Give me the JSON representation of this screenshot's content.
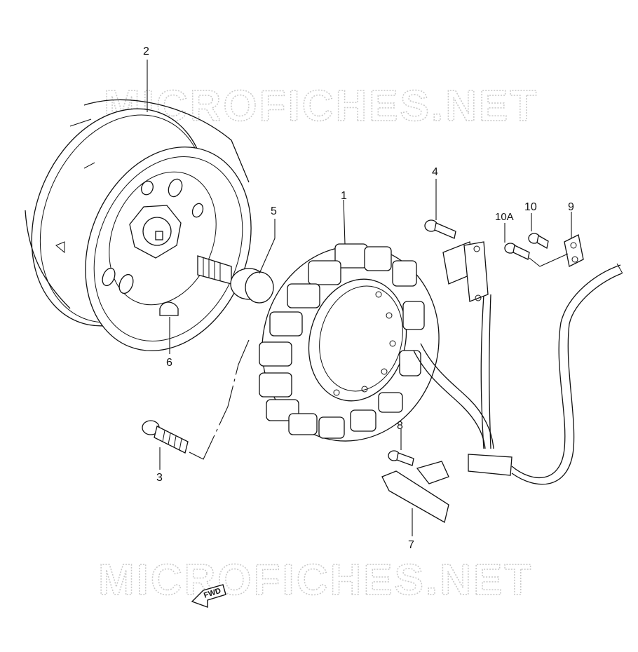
{
  "watermarks": {
    "top": "MICROFICHES.NET",
    "bottom": "MICROFICHES.NET"
  },
  "callouts": {
    "p1": "1",
    "p2": "2",
    "p3": "3",
    "p4": "4",
    "p5": "5",
    "p6": "6",
    "p7": "7",
    "p8": "8",
    "p9": "9",
    "p10": "10",
    "p10a": "10A"
  },
  "direction_marker": {
    "text": "FWD"
  },
  "icons": {
    "direction": "fwd-arrow-icon"
  }
}
